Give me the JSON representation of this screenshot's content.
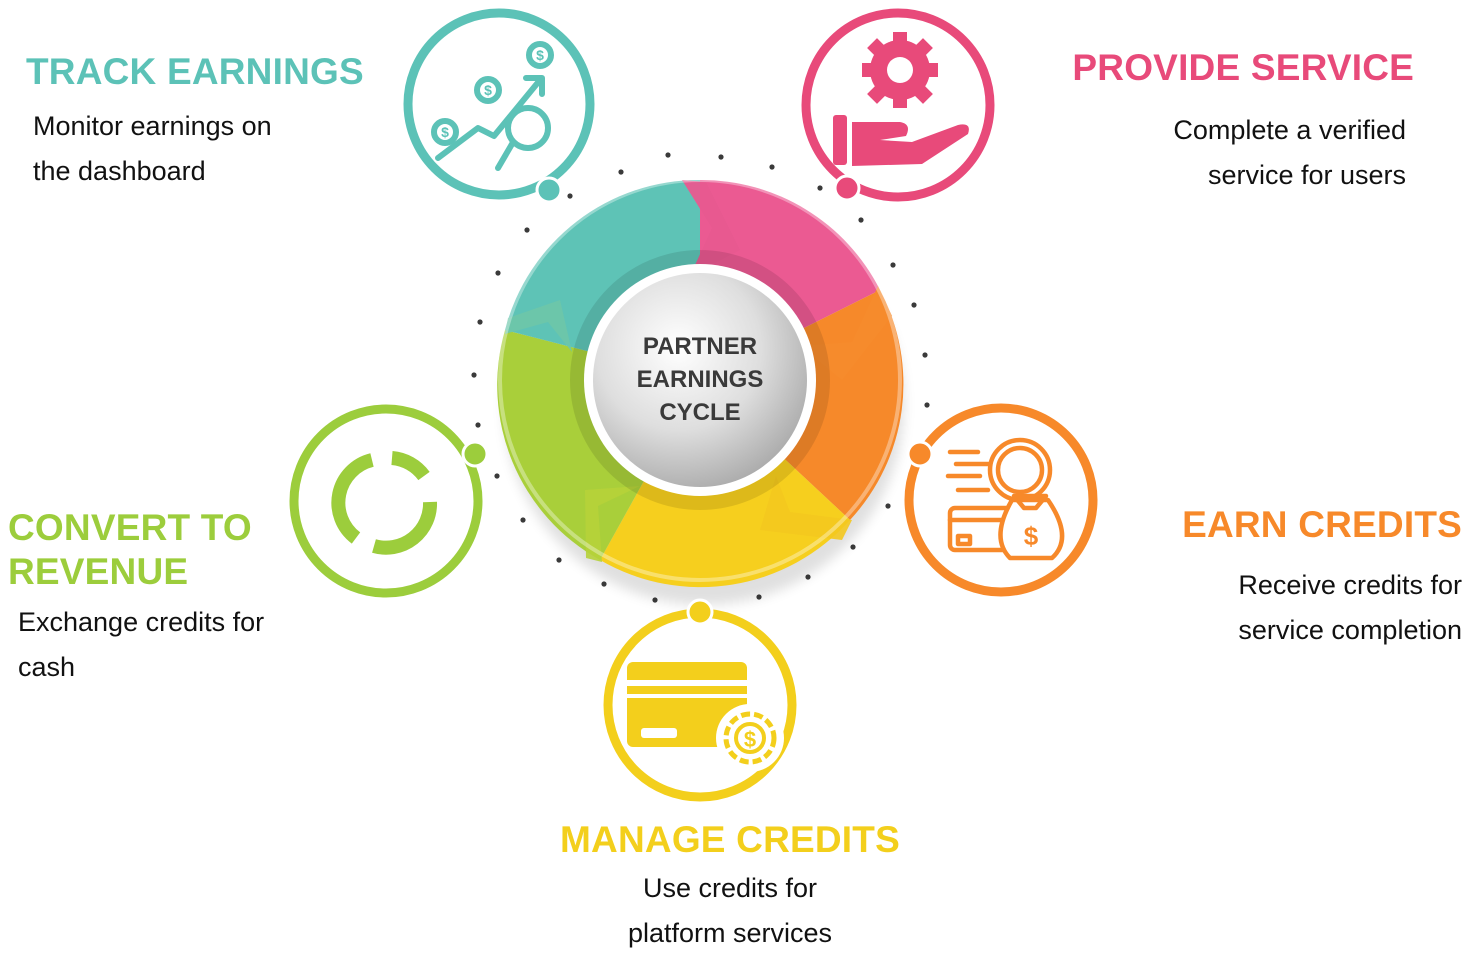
{
  "hub": {
    "line1": "PARTNER",
    "line2": "EARNINGS",
    "line3": "CYCLE"
  },
  "steps": [
    {
      "id": "track",
      "title": "TRACK EARNINGS",
      "desc1": "Monitor earnings on",
      "desc2": "the dashboard",
      "color": "#5cc2b7",
      "icon": "earnings-search-icon"
    },
    {
      "id": "provide",
      "title": "PROVIDE SERVICE",
      "desc1": "Complete a verified",
      "desc2": "service for users",
      "color": "#e84a7a",
      "icon": "gear-hand-icon"
    },
    {
      "id": "earn",
      "title": "EARN CREDITS",
      "desc1": "Receive credits for",
      "desc2": "service completion",
      "color": "#f7892a",
      "icon": "money-bag-card-icon"
    },
    {
      "id": "manage",
      "title": "MANAGE CREDITS",
      "desc1": "Use credits for",
      "desc2": "platform services",
      "color": "#f3cf1c",
      "icon": "credit-card-gear-icon"
    },
    {
      "id": "convert",
      "title": "CONVERT TO",
      "title2": "REVENUE",
      "desc1": "Exchange credits for",
      "desc2": "cash",
      "color": "#9ccd3c",
      "icon": "cycle-arrows-icon"
    }
  ]
}
